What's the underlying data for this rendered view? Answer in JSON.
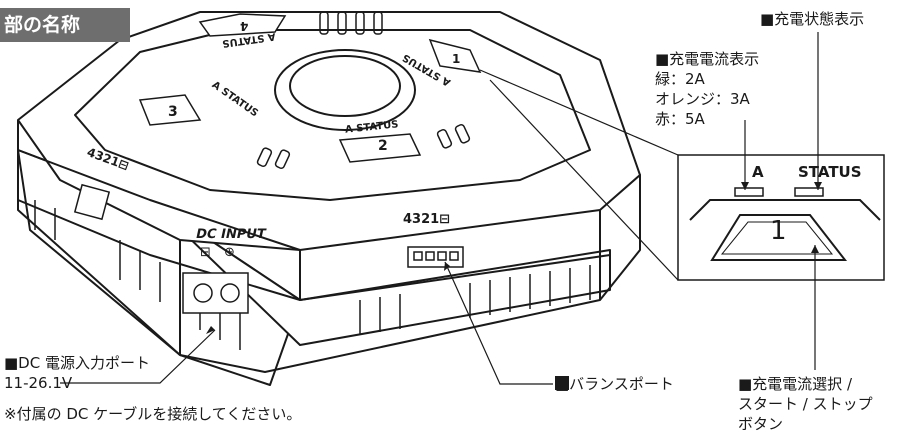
{
  "title": "部の名称",
  "callouts": {
    "charge_status": "■充電状態表示",
    "charge_current": {
      "heading": "■充電電流表示",
      "lines": [
        "緑：2A",
        "オレンジ：3A",
        "赤：5A"
      ]
    },
    "dc_port": {
      "heading": "■DC 電源入力ポート",
      "range": "11-26.1V",
      "note": "※付属の DC ケーブルを接続してください。"
    },
    "balance_port": "■バランスポート",
    "button": {
      "lines": [
        "■充電電流選択 /",
        "スタート / ストップ",
        "ボタン"
      ]
    }
  },
  "device": {
    "dc_input_label": "DC INPUT",
    "dc_symbols": [
      "⊟",
      "⊕"
    ],
    "side_label": "4321⊟",
    "front_channel_label": "A  STATUS",
    "left_channel_label": "A  STATUS",
    "top_channel_label": "A  STATUS",
    "right_channel_label": "A  STATUS",
    "channel_numbers": [
      "1",
      "2",
      "3",
      "4"
    ]
  },
  "zoom": {
    "a_label": "A",
    "status_label": "STATUS",
    "button_number": "1"
  }
}
